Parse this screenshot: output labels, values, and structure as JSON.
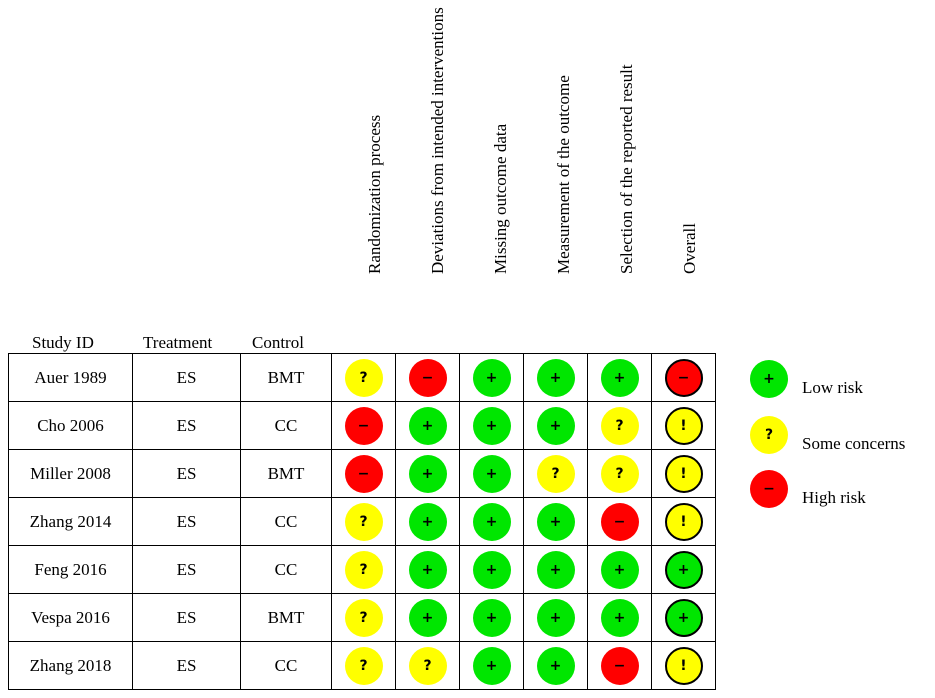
{
  "headers": {
    "study": "Study ID",
    "treatment": "Treatment",
    "control": "Control",
    "domains": [
      "Randomization process",
      "Deviations from intended interventions",
      "Missing outcome data",
      "Measurement of the outcome",
      "Selection of the reported result",
      "Overall"
    ]
  },
  "rows": [
    {
      "study": "Auer 1989",
      "treatment": "ES",
      "control": "BMT",
      "risks": [
        "some",
        "high",
        "low",
        "low",
        "low",
        "high"
      ]
    },
    {
      "study": "Cho 2006",
      "treatment": "ES",
      "control": "CC",
      "risks": [
        "high",
        "low",
        "low",
        "low",
        "some",
        "some"
      ]
    },
    {
      "study": "Miller 2008",
      "treatment": "ES",
      "control": "BMT",
      "risks": [
        "high",
        "low",
        "low",
        "some",
        "some",
        "some"
      ]
    },
    {
      "study": "Zhang 2014",
      "treatment": "ES",
      "control": "CC",
      "risks": [
        "some",
        "low",
        "low",
        "low",
        "high",
        "some"
      ]
    },
    {
      "study": "Feng 2016",
      "treatment": "ES",
      "control": "CC",
      "risks": [
        "some",
        "low",
        "low",
        "low",
        "low",
        "low"
      ]
    },
    {
      "study": "Vespa 2016",
      "treatment": "ES",
      "control": "BMT",
      "risks": [
        "some",
        "low",
        "low",
        "low",
        "low",
        "low"
      ]
    },
    {
      "study": "Zhang 2018",
      "treatment": "ES",
      "control": "CC",
      "risks": [
        "some",
        "some",
        "low",
        "low",
        "high",
        "some"
      ]
    }
  ],
  "symbols": {
    "low": "+",
    "some": "?",
    "high": "−",
    "overall_some": "!"
  },
  "legend": [
    {
      "key": "low",
      "label": "Low risk",
      "symbol": "+"
    },
    {
      "key": "some",
      "label": "Some concerns",
      "symbol": "?"
    },
    {
      "key": "high",
      "label": "High risk",
      "symbol": "−"
    }
  ],
  "colors": {
    "low": "#00e600",
    "some": "#ffff00",
    "high": "#ff0000"
  }
}
